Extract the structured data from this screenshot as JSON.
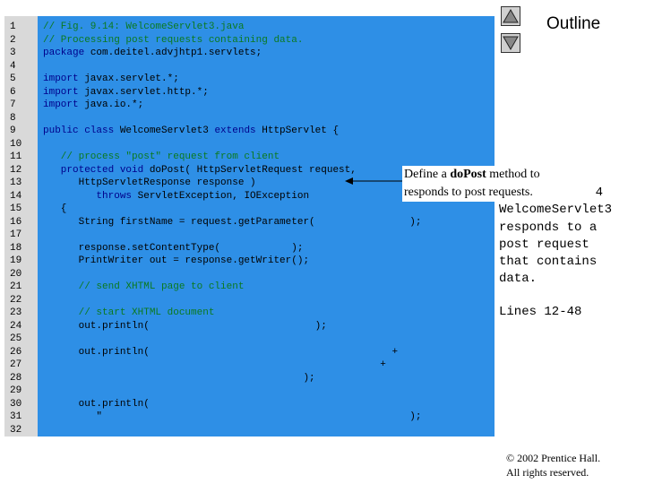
{
  "line_numbers": [
    "1",
    "2",
    "3",
    "4",
    "5",
    "6",
    "7",
    "8",
    "9",
    "10",
    "11",
    "12",
    "13",
    "14",
    "15",
    "16",
    "17",
    "18",
    "19",
    "20",
    "21",
    "22",
    "23",
    "24",
    "25",
    "26",
    "27",
    "28",
    "29",
    "30",
    "31",
    "32"
  ],
  "code": [
    {
      "line": 1,
      "segments": [
        {
          "t": "cm",
          "s": "// Fig. 9.14: WelcomeServlet3.java"
        }
      ]
    },
    {
      "line": 2,
      "segments": [
        {
          "t": "cm",
          "s": "// Processing post requests containing data."
        }
      ]
    },
    {
      "line": 3,
      "segments": [
        {
          "t": "kw",
          "s": "package"
        },
        {
          "t": "tx",
          "s": " com.deitel.advjhtp1.servlets;"
        }
      ]
    },
    {
      "line": 5,
      "segments": [
        {
          "t": "kw",
          "s": "import"
        },
        {
          "t": "tx",
          "s": " javax.servlet.*;"
        }
      ]
    },
    {
      "line": 6,
      "segments": [
        {
          "t": "kw",
          "s": "import"
        },
        {
          "t": "tx",
          "s": " javax.servlet.http.*;"
        }
      ]
    },
    {
      "line": 7,
      "segments": [
        {
          "t": "kw",
          "s": "import"
        },
        {
          "t": "tx",
          "s": " java.io.*;"
        }
      ]
    },
    {
      "line": 9,
      "segments": [
        {
          "t": "kw",
          "s": "public class"
        },
        {
          "t": "tx",
          "s": " WelcomeServlet3 "
        },
        {
          "t": "kw",
          "s": "extends"
        },
        {
          "t": "tx",
          "s": " HttpServlet {"
        }
      ]
    },
    {
      "line": 11,
      "segments": [
        {
          "t": "cm",
          "s": "   // process \"post\" request from client"
        }
      ]
    },
    {
      "line": 12,
      "segments": [
        {
          "t": "kw",
          "s": "   protected void"
        },
        {
          "t": "tx",
          "s": " doPost( HttpServletRequest request,"
        }
      ]
    },
    {
      "line": 13,
      "segments": [
        {
          "t": "tx",
          "s": "      HttpServletResponse response )"
        }
      ]
    },
    {
      "line": 14,
      "segments": [
        {
          "t": "kw",
          "s": "         throws"
        },
        {
          "t": "tx",
          "s": " ServletException, IOException"
        }
      ]
    },
    {
      "line": 15,
      "segments": [
        {
          "t": "tx",
          "s": "   {"
        }
      ]
    },
    {
      "line": 16,
      "segments": [
        {
          "t": "tx",
          "s": "      String firstName = request.getParameter(                );"
        }
      ]
    },
    {
      "line": 18,
      "segments": [
        {
          "t": "tx",
          "s": "      response.setContentType(            );"
        }
      ]
    },
    {
      "line": 19,
      "segments": [
        {
          "t": "tx",
          "s": "      PrintWriter out = response.getWriter();"
        }
      ]
    },
    {
      "line": 21,
      "segments": [
        {
          "t": "cm",
          "s": "      // send XHTML page to client"
        }
      ]
    },
    {
      "line": 23,
      "segments": [
        {
          "t": "cm",
          "s": "      // start XHTML document"
        }
      ]
    },
    {
      "line": 24,
      "segments": [
        {
          "t": "tx",
          "s": "      out.println(                            );"
        }
      ]
    },
    {
      "line": 26,
      "segments": [
        {
          "t": "tx",
          "s": "      out.println(                                         +"
        }
      ]
    },
    {
      "line": 27,
      "segments": [
        {
          "t": "tx",
          "s": "                                                         +"
        }
      ]
    },
    {
      "line": 28,
      "segments": [
        {
          "t": "tx",
          "s": "                                            );"
        }
      ]
    },
    {
      "line": 30,
      "segments": [
        {
          "t": "tx",
          "s": "      out.println("
        }
      ]
    },
    {
      "line": 31,
      "segments": [
        {
          "t": "tx",
          "s": "         \"                                                    );"
        }
      ]
    }
  ],
  "outline": {
    "title": "Outline"
  },
  "callout": {
    "prefix": "Define a ",
    "method": "doPost",
    "suffix": " method to",
    "line2": "responds to post requests."
  },
  "side_notes": {
    "fig": "4",
    "lines": [
      "WelcomeServlet3",
      "responds to a",
      "post request",
      "that contains",
      "data."
    ],
    "ref": "Lines 12-48"
  },
  "copyright": {
    "line1": "© 2002 Prentice Hall.",
    "line2": "All rights reserved."
  },
  "colors": {
    "code_bg": "#2e8fe6",
    "gutter_bg": "#d9d9d9",
    "comment": "#0b7a1f",
    "keyword": "#00008b"
  },
  "icons": {
    "up": "triangle-up-icon",
    "down": "triangle-down-icon"
  }
}
